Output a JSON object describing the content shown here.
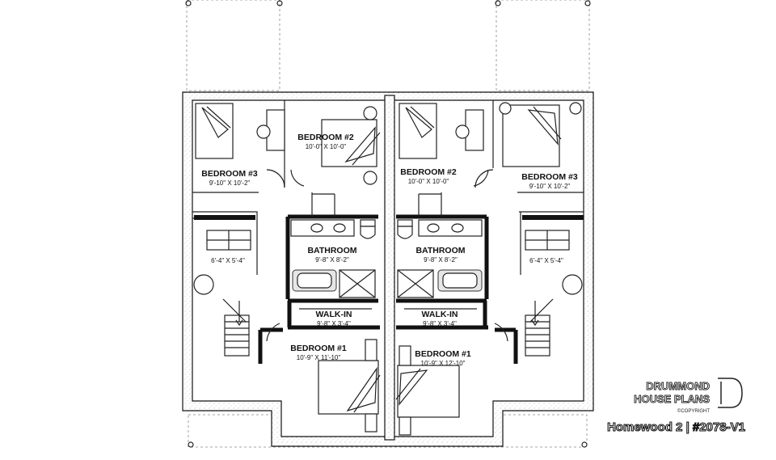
{
  "plan": {
    "left_unit": {
      "bedroom2": {
        "name": "BEDROOM #2",
        "dim": "10'-0\" X 10'-0\""
      },
      "bedroom3": {
        "name": "BEDROOM #3",
        "dim": "9'-10\" X 10'-2\""
      },
      "bathroom": {
        "name": "BATHROOM",
        "dim": "9'-8\" X 8'-2\""
      },
      "closet_dim": "6'-4\" X 5'-4\"",
      "walkin": {
        "name": "WALK-IN",
        "dim": "9'-8\" X 3'-4\""
      },
      "bedroom1": {
        "name": "BEDROOM #1",
        "dim": "10'-9\" X 11'-10\""
      }
    },
    "right_unit": {
      "bedroom2": {
        "name": "BEDROOM #2",
        "dim": "10'-0\" X 10'-0\""
      },
      "bedroom3": {
        "name": "BEDROOM #3",
        "dim": "9'-10\" X 10'-2\""
      },
      "bathroom": {
        "name": "BATHROOM",
        "dim": "9'-8\" X 8'-2\""
      },
      "closet_dim": "6'-4\" X 5'-4\"",
      "walkin": {
        "name": "WALK-IN",
        "dim": "9'-8\" X 3'-4\""
      },
      "bedroom1": {
        "name": "BEDROOM #1",
        "dim": "10'-9\" X 12'-10\""
      }
    }
  },
  "brand": {
    "line1": "DRUMMOND",
    "line2": "HOUSE PLANS",
    "copyright": "©COPYRIGHT",
    "caption": "Homewood 2 | #2078-V1"
  }
}
